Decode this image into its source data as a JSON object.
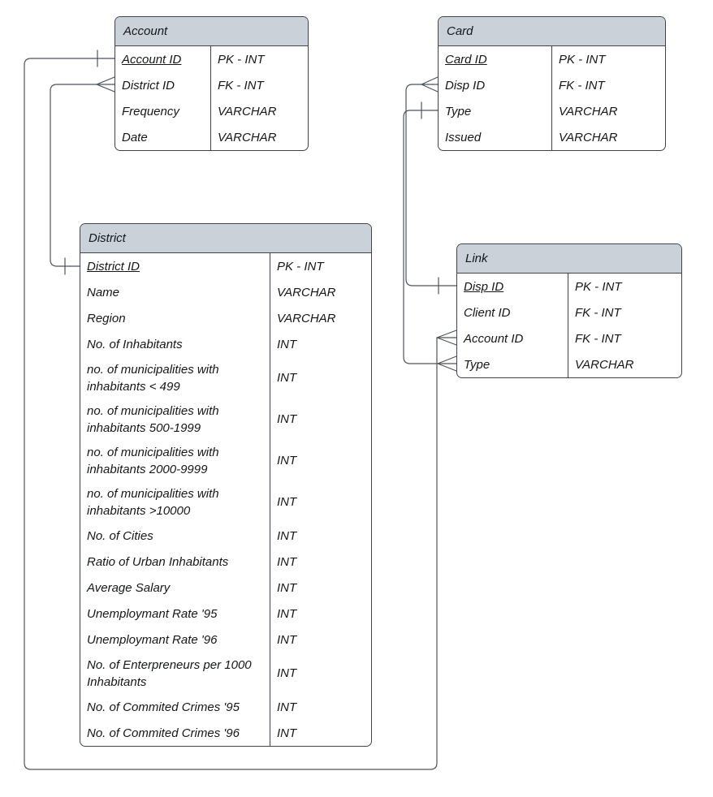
{
  "tables": {
    "account": {
      "title": "Account",
      "rows": [
        {
          "name": "Account ID",
          "type": "PK - INT"
        },
        {
          "name": "District ID",
          "type": "FK - INT"
        },
        {
          "name": "Frequency",
          "type": "VARCHAR"
        },
        {
          "name": "Date",
          "type": "VARCHAR"
        }
      ]
    },
    "card": {
      "title": "Card",
      "rows": [
        {
          "name": "Card ID",
          "type": "PK - INT"
        },
        {
          "name": "Disp ID",
          "type": "FK - INT"
        },
        {
          "name": "Type",
          "type": "VARCHAR"
        },
        {
          "name": "Issued",
          "type": "VARCHAR"
        }
      ]
    },
    "district": {
      "title": "District",
      "rows": [
        {
          "name": "District ID",
          "type": "PK - INT"
        },
        {
          "name": "Name",
          "type": "VARCHAR"
        },
        {
          "name": "Region",
          "type": "VARCHAR"
        },
        {
          "name": "No. of Inhabitants",
          "type": "INT"
        },
        {
          "name": "no. of municipalities with inhabitants < 499",
          "type": "INT"
        },
        {
          "name": "no. of municipalities with inhabitants 500-1999",
          "type": "INT"
        },
        {
          "name": "no. of municipalities with inhabitants 2000-9999",
          "type": "INT"
        },
        {
          "name": "no. of municipalities with inhabitants >10000",
          "type": "INT"
        },
        {
          "name": "No. of Cities",
          "type": "INT"
        },
        {
          "name": "Ratio of Urban Inhabitants",
          "type": "INT"
        },
        {
          "name": "Average Salary",
          "type": "INT"
        },
        {
          "name": "Unemploymant Rate '95",
          "type": "INT"
        },
        {
          "name": "Unemploymant Rate '96",
          "type": "INT"
        },
        {
          "name": "No. of Enterpreneurs per 1000 Inhabitants",
          "type": "INT"
        },
        {
          "name": "No. of Commited Crimes '95",
          "type": "INT"
        },
        {
          "name": "No. of Commited Crimes '96",
          "type": "INT"
        }
      ]
    },
    "link": {
      "title": "Link",
      "rows": [
        {
          "name": "Disp ID",
          "type": "PK - INT"
        },
        {
          "name": "Client ID",
          "type": "FK - INT"
        },
        {
          "name": "Account ID",
          "type": "FK - INT"
        },
        {
          "name": "Type",
          "type": "VARCHAR"
        }
      ]
    }
  },
  "relationships": [
    {
      "from": "Account.Account ID",
      "from_cardinality": "one",
      "to": "Link.Account ID",
      "to_cardinality": "many"
    },
    {
      "from": "Account.District ID",
      "from_cardinality": "many",
      "to": "District.District ID",
      "to_cardinality": "one"
    },
    {
      "from": "Card.Disp ID",
      "from_cardinality": "many",
      "to": "Link.Disp ID",
      "to_cardinality": "one"
    },
    {
      "from": "Card.Type",
      "from_cardinality": "one",
      "to": "Link.Type",
      "to_cardinality": "many"
    }
  ],
  "colors": {
    "header_fill": "#cbd1d8",
    "table_border": "#3f444c",
    "relationship_line": "#4e555e",
    "text": "#15171a",
    "canvas_background": "#ffffff"
  }
}
